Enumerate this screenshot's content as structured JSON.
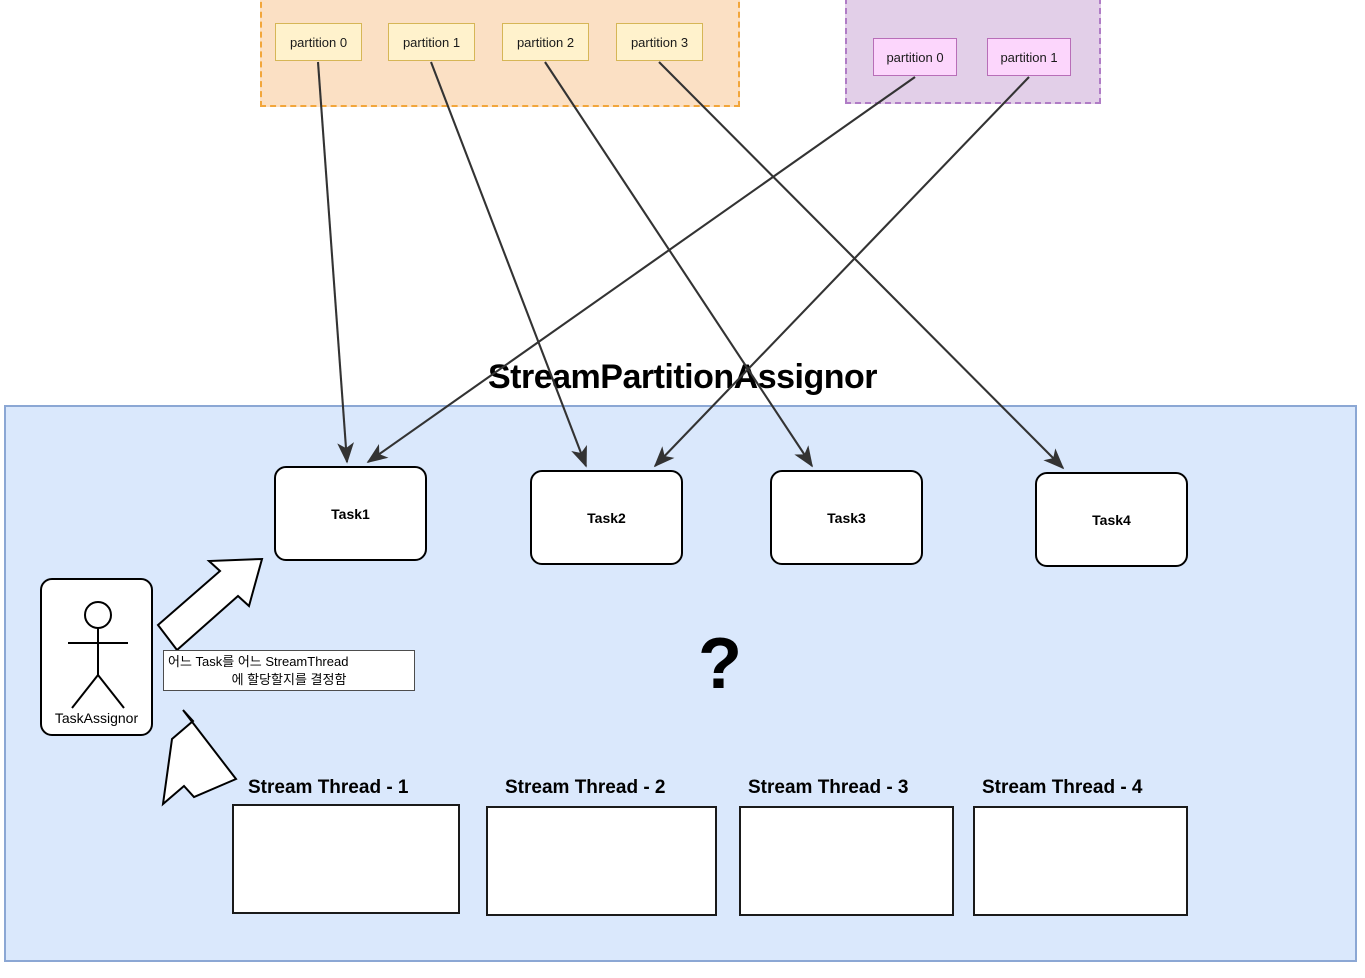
{
  "diagram": {
    "title": "StreamPartitionAssignor",
    "question_mark": "?"
  },
  "topics": [
    {
      "id": "topic-a",
      "title": "",
      "partitions": [
        {
          "label": "partition 0"
        },
        {
          "label": "partition 1"
        },
        {
          "label": "partition 2"
        },
        {
          "label": "partition 3"
        }
      ]
    },
    {
      "id": "topic-b",
      "title": "",
      "partitions": [
        {
          "label": "partition 0"
        },
        {
          "label": "partition 1"
        }
      ]
    }
  ],
  "tasks": [
    {
      "label": "Task1"
    },
    {
      "label": "Task2"
    },
    {
      "label": "Task3"
    },
    {
      "label": "Task4"
    }
  ],
  "actor": {
    "label": "TaskAssignor"
  },
  "note": {
    "line1": "어느 Task를 어느 StreamThread",
    "line2": "에 할당할지를 결정함"
  },
  "threads": [
    {
      "label": "Stream Thread - 1"
    },
    {
      "label": "Stream Thread - 2"
    },
    {
      "label": "Stream Thread - 3"
    },
    {
      "label": "Stream Thread - 4"
    }
  ],
  "colors": {
    "panel_fill": "#dae8fc",
    "panel_border": "#8ba7d4",
    "topic_a_fill": "#fbe0c4",
    "topic_a_border": "#f2a63b",
    "topic_b_fill": "#e2cfe8",
    "topic_b_border": "#b07cc6",
    "partition_yellow_fill": "#fff2cc",
    "partition_yellow_border": "#d6b656",
    "partition_pink_fill": "#fcd6fc",
    "partition_pink_border": "#b86eb8",
    "line": "#333333"
  },
  "connections": [
    {
      "from": "topic-a partition 0",
      "to": "Task1"
    },
    {
      "from": "topic-a partition 1",
      "to": "Task2"
    },
    {
      "from": "topic-a partition 2",
      "to": "Task3"
    },
    {
      "from": "topic-a partition 3",
      "to": "Task4"
    },
    {
      "from": "topic-b partition 0",
      "to": "Task1"
    },
    {
      "from": "topic-b partition 1",
      "to": "Task2"
    },
    {
      "from": "TaskAssignor",
      "to": "Task1"
    },
    {
      "from": "TaskAssignor",
      "to": "Stream Thread - 1"
    }
  ]
}
